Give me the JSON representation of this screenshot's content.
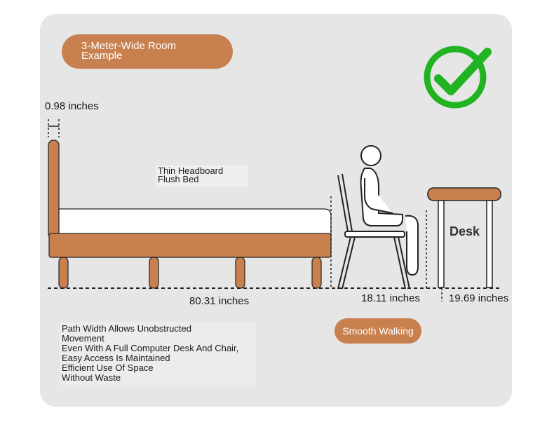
{
  "title_badge": "3-Meter-Wide Room\nExample",
  "headboard_thickness": "0.98 inches",
  "headboard_note": "Thin Headboard\nFlush Bed",
  "bed_length": "80.31 inches",
  "chair_depth": "18.11 inches",
  "desk_depth": "19.69 inches",
  "desk_label": "Desk",
  "walk_badge": "Smooth Walking",
  "path_note": "Path Width Allows Unobstructed\nMovement\nEven With A Full Computer Desk And Chair,\nEasy Access Is Maintained\nEfficient Use Of Space\nWithout Waste",
  "colors": {
    "wood": "#c8804e",
    "check": "#22b322",
    "card": "#e6e6e6"
  },
  "icons": [
    "checkmark-circle-icon"
  ]
}
